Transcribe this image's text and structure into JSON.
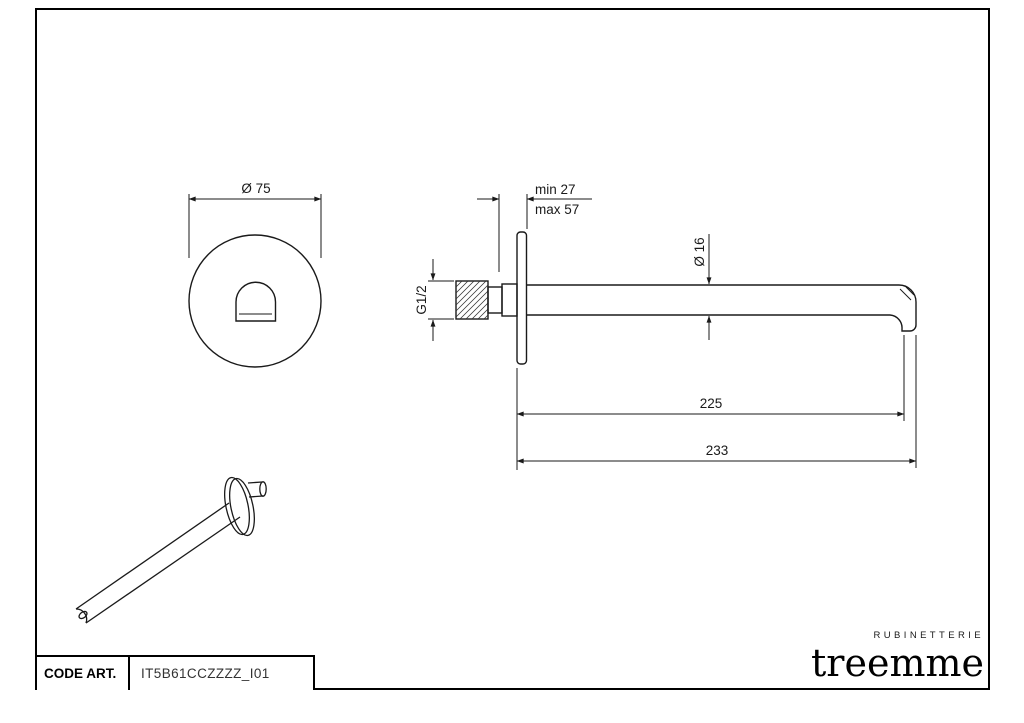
{
  "meta": {
    "line_color": "#1a1a1a",
    "background": "#ffffff"
  },
  "title_block": {
    "code_label": "CODE ART.",
    "code_value": "IT5B61CCZZZZ_I01"
  },
  "brand": {
    "tagline": "RUBINETTERIE",
    "name": "treemme"
  },
  "dimensions": {
    "plate_diameter": "Ø 75",
    "depth_min": "min 27",
    "depth_max": "max 57",
    "thread": "G1/2",
    "spout_diameter": "Ø 16",
    "spout_length": "225",
    "total_length": "233"
  }
}
